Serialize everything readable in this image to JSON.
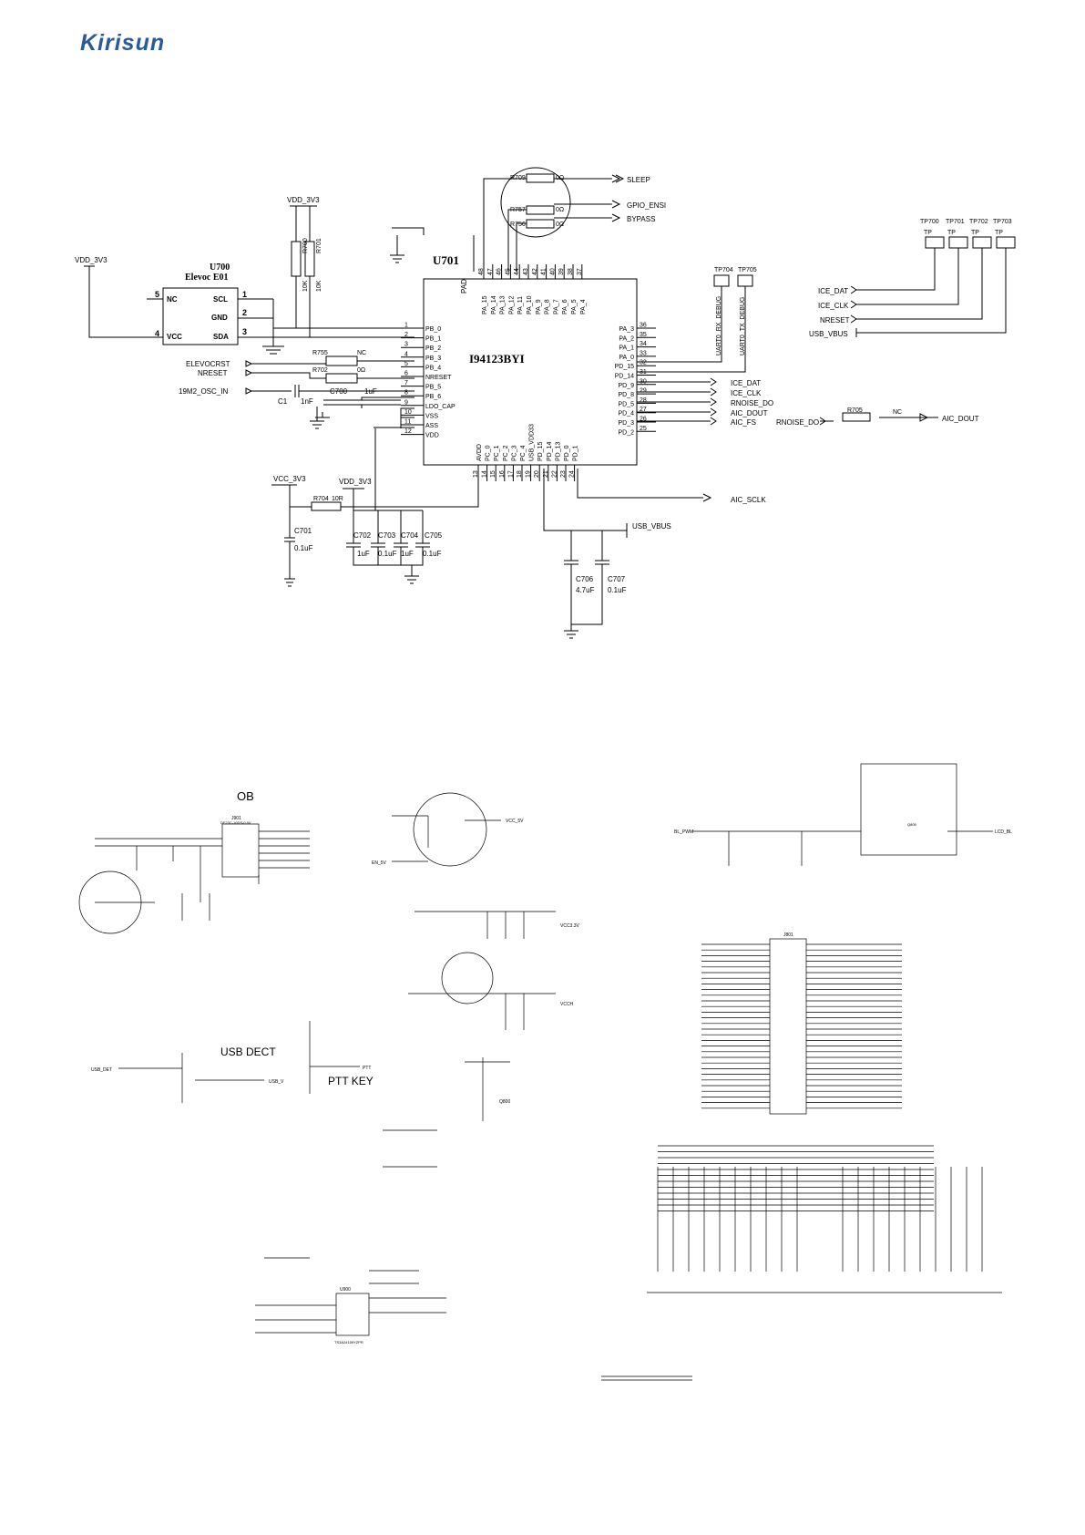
{
  "brand": {
    "logo_text": "Kirisun",
    "logo_color": "#2a5a9e"
  },
  "upper": {
    "u701": {
      "ref": "U701",
      "part": "I94123BYI",
      "pad": "PAD",
      "left_pins": [
        {
          "num": "1",
          "name": "PB_0"
        },
        {
          "num": "2",
          "name": "PB_1"
        },
        {
          "num": "3",
          "name": "PB_2"
        },
        {
          "num": "4",
          "name": "PB_3"
        },
        {
          "num": "5",
          "name": "PB_4"
        },
        {
          "num": "6",
          "name": "NRESET"
        },
        {
          "num": "7",
          "name": "PB_5"
        },
        {
          "num": "8",
          "name": "PB_6"
        },
        {
          "num": "9",
          "name": "LDO_CAP"
        },
        {
          "num": "10",
          "name": "VSS"
        },
        {
          "num": "11",
          "name": "ASS"
        },
        {
          "num": "12",
          "name": "VDD"
        }
      ],
      "right_pins": [
        {
          "num": "36",
          "name": "PA_3"
        },
        {
          "num": "35",
          "name": "PA_2"
        },
        {
          "num": "34",
          "name": "PA_1"
        },
        {
          "num": "33",
          "name": "PA_0"
        },
        {
          "num": "32",
          "name": "PD_15"
        },
        {
          "num": "31",
          "name": "PD_14"
        },
        {
          "num": "30",
          "name": "PD_9"
        },
        {
          "num": "29",
          "name": "PD_8"
        },
        {
          "num": "28",
          "name": "PD_5"
        },
        {
          "num": "27",
          "name": "PD_4"
        },
        {
          "num": "26",
          "name": "PD_3"
        },
        {
          "num": "25",
          "name": "PD_2"
        }
      ],
      "top_pins": [
        {
          "num": "48",
          "name": "PA_15"
        },
        {
          "num": "47",
          "name": "PA_14"
        },
        {
          "num": "46",
          "name": "PA_13"
        },
        {
          "num": "45",
          "name": "PA_12"
        },
        {
          "num": "44",
          "name": "PA_11"
        },
        {
          "num": "43",
          "name": "PA_10"
        },
        {
          "num": "42",
          "name": "PA_9"
        },
        {
          "num": "41",
          "name": "PA_8"
        },
        {
          "num": "40",
          "name": "PA_7"
        },
        {
          "num": "39",
          "name": "PA_6"
        },
        {
          "num": "38",
          "name": "PA_5"
        },
        {
          "num": "37",
          "name": "PA_4"
        }
      ],
      "bottom_pins": [
        {
          "num": "13",
          "name": "AVDD"
        },
        {
          "num": "14",
          "name": "PC_0"
        },
        {
          "num": "15",
          "name": "PC_1"
        },
        {
          "num": "16",
          "name": "PC_2"
        },
        {
          "num": "17",
          "name": "PC_3"
        },
        {
          "num": "18",
          "name": "PC_4"
        },
        {
          "num": "19",
          "name": "USB_VDD33"
        },
        {
          "num": "20",
          "name": "PD_15"
        },
        {
          "num": "21",
          "name": "PD_14"
        },
        {
          "num": "22",
          "name": "PD_13"
        },
        {
          "num": "23",
          "name": "PD_0"
        },
        {
          "num": "24",
          "name": "PD_1"
        }
      ]
    },
    "u700": {
      "ref": "U700",
      "part": "Elevoc E01",
      "pins": [
        {
          "num": "5",
          "name": "NC"
        },
        {
          "num": "4",
          "name": "VCC"
        },
        {
          "num": "1",
          "name": "SCL"
        },
        {
          "num": "2",
          "name": "GND"
        },
        {
          "num": "3",
          "name": "SDA"
        }
      ]
    },
    "labels": {
      "vdd_3v3": "VDD_3V3",
      "vcc_3v3": "VCC_3V3",
      "r700": "R700",
      "r701": "R701",
      "r700_val": "10K",
      "r701_val": "10K",
      "r755": "R755",
      "r755_val": "NC",
      "r702": "R702",
      "r702_val": "0Ω",
      "elevocrst": "ELEVOCRST",
      "nreset": "NRESET",
      "osc": "19M2_OSC_IN",
      "c1": "C1",
      "c1_val": "1nF",
      "c700": "C700",
      "c700_val": "1uF",
      "r704": "R704",
      "r704_val": "10R",
      "c701": "C701",
      "c701_val": "0.1uF",
      "c702": "C702",
      "c702_val": "1uF",
      "c703": "C703",
      "c703_val": "0.1uF",
      "c704": "C704",
      "c704_val": "1uF",
      "c705": "C705",
      "c705_val": "0.1uF",
      "c706": "C706",
      "c706_val": "4.7uF",
      "c707": "C707",
      "c707_val": "0.1uF",
      "usb_vbus": "USB_VBUS",
      "aic_sclk": "AIC_SCLK",
      "r709": "R709",
      "r709_val": "0Ω",
      "r757": "R757",
      "r757_val": "0Ω",
      "r756": "R756",
      "r756_val": "0Ω",
      "sleep": "SLEEP",
      "gpio": "GPIO_ENSI",
      "bypass": "BYPASS",
      "tp704": "TP704",
      "tp705": "TP705",
      "uart_rx": "UART0_RX_DEBUG",
      "uart_tx": "UART0_TX_DEBUG",
      "ice_dat": "ICE_DAT",
      "ice_clk": "ICE_CLK",
      "rnoise_do": "RNOISE_DO",
      "aic_dout": "AIC_DOUT",
      "aic_fs": "AIC_FS",
      "tp700": "TP700",
      "tp701": "TP701",
      "tp702": "TP702",
      "tp703": "TP703",
      "tp": "TP",
      "r_nreset": "NRESET",
      "r_usb_vbus": "USB_VBUS",
      "rn_do": "RNOISE_DO",
      "r705": "R705",
      "r705_val": "NC",
      "aic_dout2": "AIC_DOUT"
    }
  },
  "lower": {
    "ob_title": "OB",
    "usb_title": "USB DECT",
    "ptt_title": "PTT KEY",
    "small": {
      "j901": "J901",
      "j901_part": "DF23C-10DS-0.5V",
      "u900": "U900",
      "u900_part": "TS3A24159YZPR",
      "j801": "J801",
      "q805": "Q805",
      "q800": "Q800",
      "vcc_5v": "VCC_5V",
      "vcc3_3v": "VCC3.3V",
      "vcch": "VCCH",
      "ptt": "PTT",
      "usb_v": "USB_V",
      "usb_det": "USB_DET",
      "lcd_bl": "LCD_BL",
      "bl_pwm": "BL_PWM",
      "en_5v": "EN_5V"
    }
  }
}
